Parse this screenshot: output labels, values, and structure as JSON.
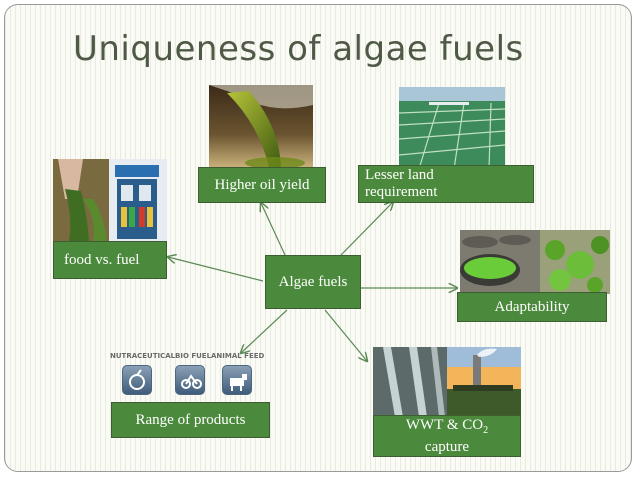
{
  "slide": {
    "title": "Uniqueness of algae fuels"
  },
  "nodes": {
    "center": "Algae fuels",
    "oil_yield": "Higher oil yield",
    "land_line1": "Lesser land",
    "land_line2": "requirement",
    "food_fuel": "food vs. fuel",
    "adaptability": "Adaptability",
    "products": "Range of products",
    "wwt_prefix": "WWT & CO",
    "wwt_sub": "2",
    "wwt_line2": "capture"
  },
  "products": {
    "labels": [
      "NUTRACEUTICAL",
      "BIO FUEL",
      "ANIMAL FEED"
    ]
  },
  "colors": {
    "box_fill": "#4b8a3c",
    "title": "#4f5a46",
    "arrow": "#5a8a55"
  }
}
